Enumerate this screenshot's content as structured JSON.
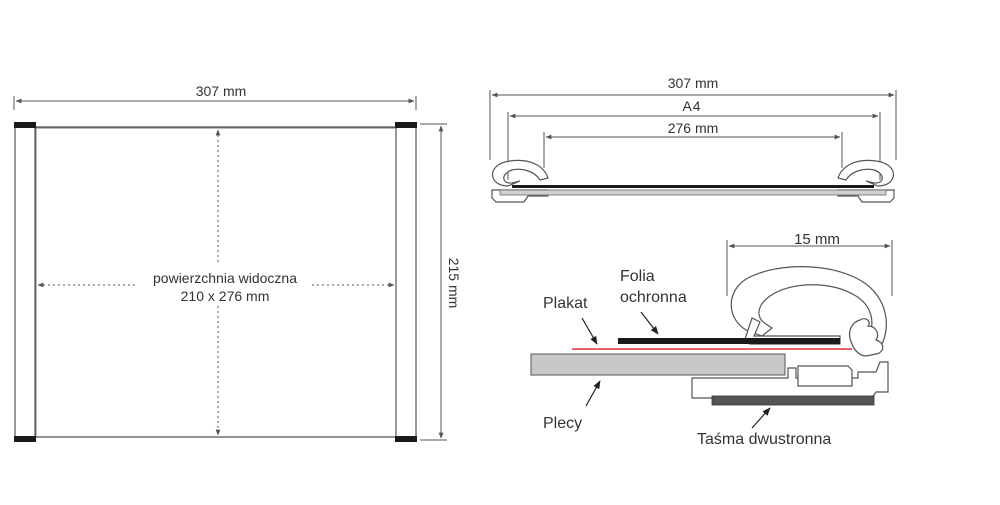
{
  "front_view": {
    "width_label": "307 mm",
    "height_label": "215 mm",
    "visible_area_line1": "powierzchnia widoczna",
    "visible_area_line2": "210 x 276 mm"
  },
  "section_view": {
    "width_outer_label": "307 mm",
    "width_a4_label": "A4",
    "width_inner_label": "276 mm"
  },
  "detail_view": {
    "profile_width_label": "15 mm",
    "folia_line1": "Folia",
    "folia_line2": "ochronna",
    "plakat_label": "Plakat",
    "plecy_label": "Plecy",
    "tasma_label": "Taśma dwustronna"
  },
  "colors": {
    "poster_line": "#e0303a",
    "foil": "#1a1a1a",
    "back_panel": "#c8c8c8",
    "tape": "#555555",
    "frame_end": "#1a1a1a"
  }
}
